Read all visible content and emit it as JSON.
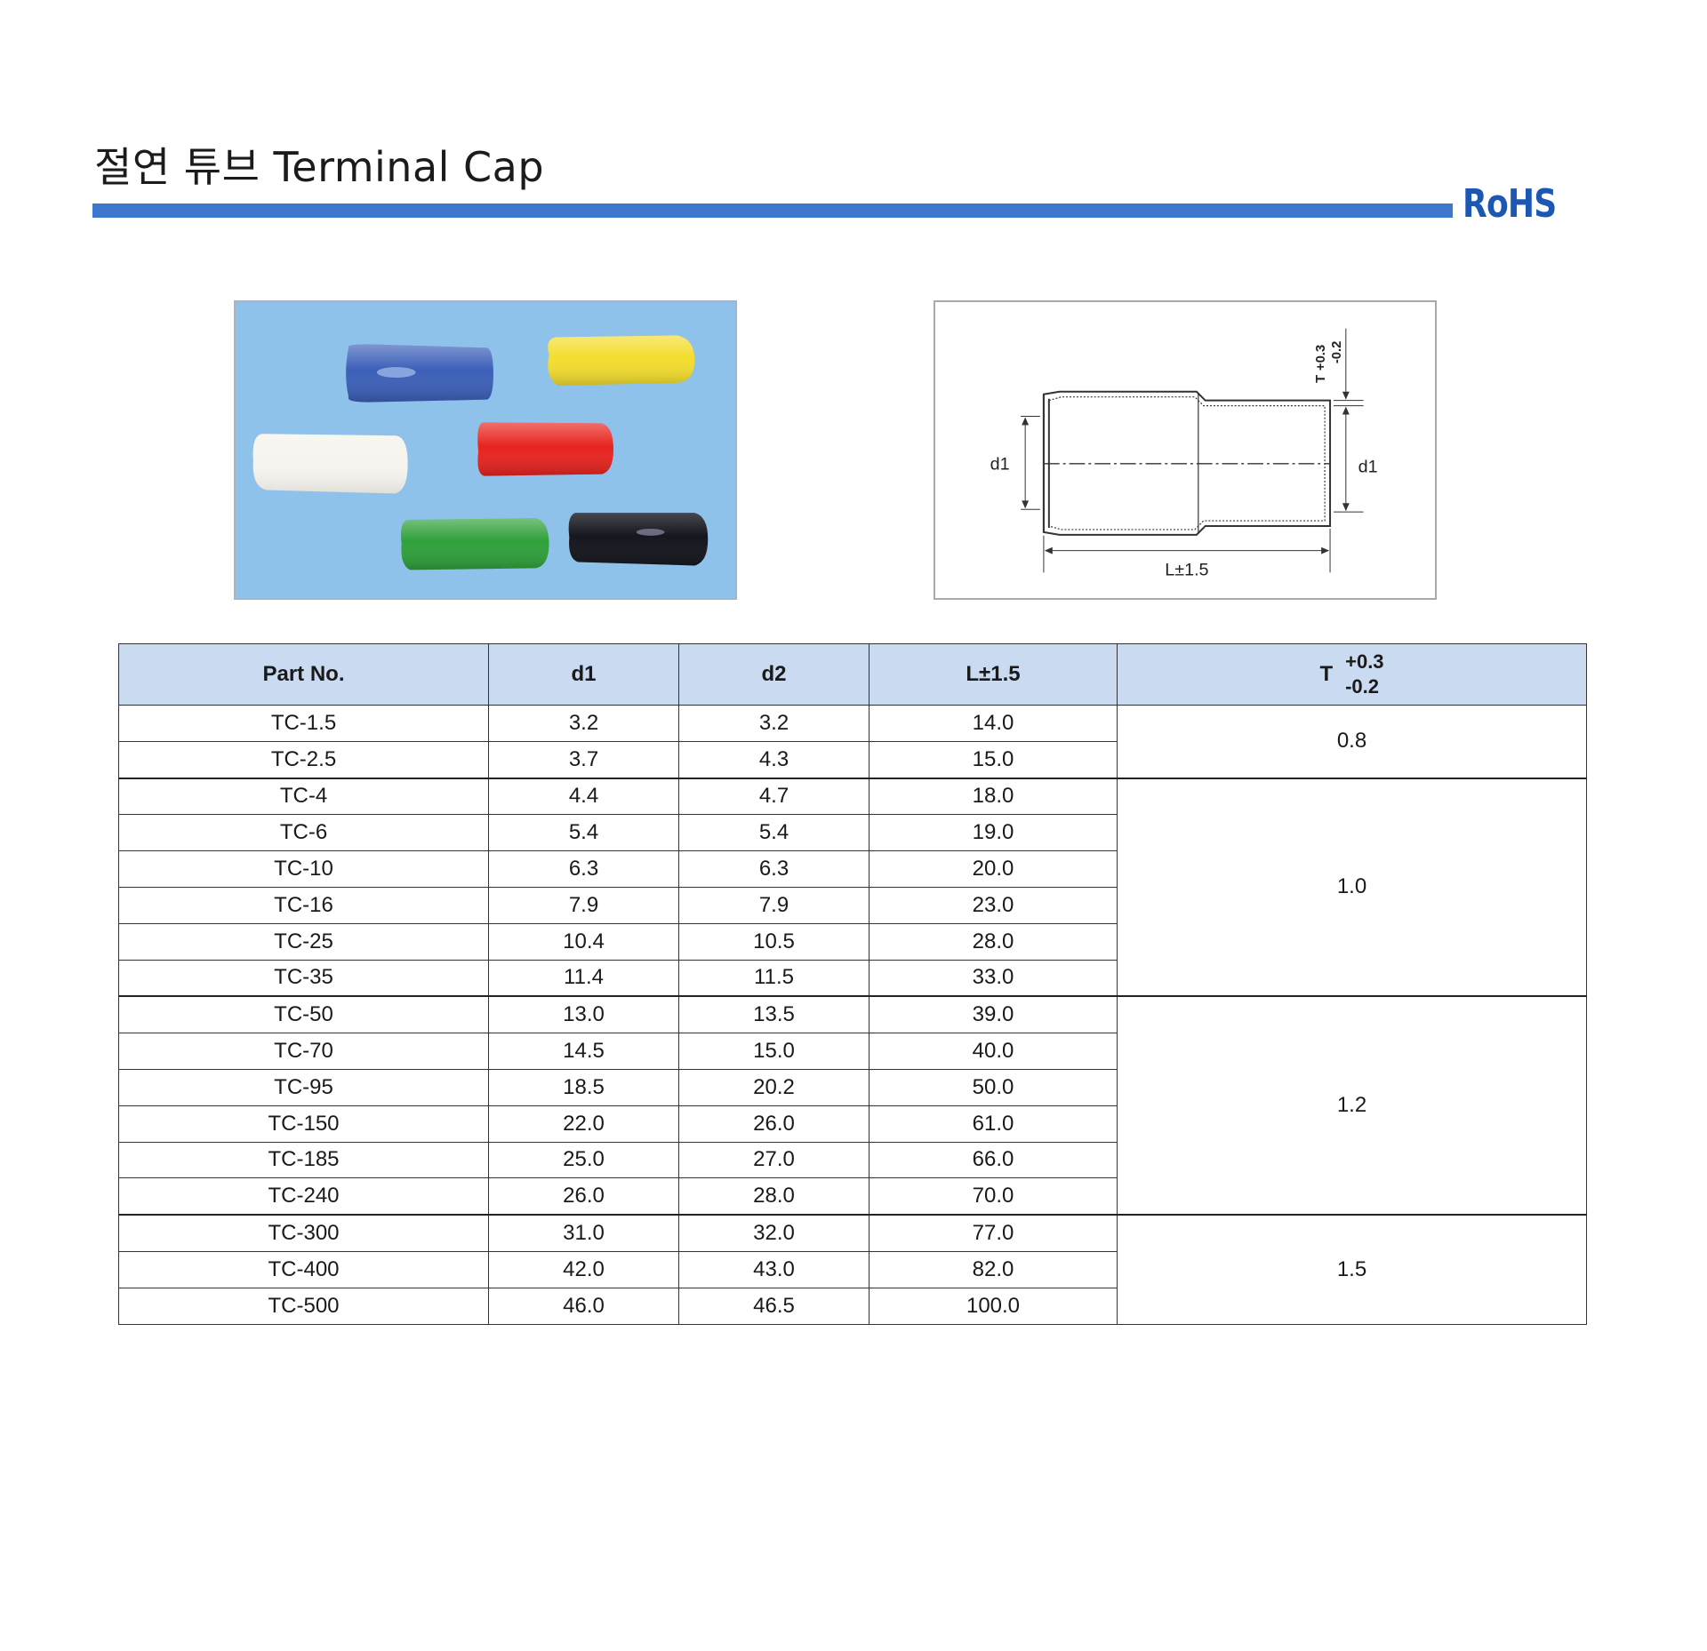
{
  "header": {
    "title": "절연 튜브 Terminal Cap",
    "badge": "RoHS",
    "accent_color": "#3d78cc",
    "badge_color": "#1c57b3"
  },
  "photo": {
    "background_color": "#8fc2ea",
    "cap_colors": [
      "#3b5fb8",
      "#f3dd2e",
      "#f6f4ee",
      "#e8231f",
      "#2fa03a",
      "#16161e"
    ]
  },
  "drawing": {
    "label_d1_left": "d1",
    "label_d1_right": "d1",
    "label_length": "L±1.5",
    "label_t": "T",
    "label_t_plus": "+0.3",
    "label_t_minus": "-0.2"
  },
  "table": {
    "headers": {
      "part_no": "Part No.",
      "d1": "d1",
      "d2": "d2",
      "length": "L±1.5",
      "t": "T",
      "t_plus": "+0.3",
      "t_minus": "-0.2"
    },
    "header_bg": "#c9daf1",
    "rows": [
      {
        "part": "TC-1.5",
        "d1": "3.2",
        "d2": "3.2",
        "l": "14.0"
      },
      {
        "part": "TC-2.5",
        "d1": "3.7",
        "d2": "4.3",
        "l": "15.0"
      },
      {
        "part": "TC-4",
        "d1": "4.4",
        "d2": "4.7",
        "l": "18.0"
      },
      {
        "part": "TC-6",
        "d1": "5.4",
        "d2": "5.4",
        "l": "19.0"
      },
      {
        "part": "TC-10",
        "d1": "6.3",
        "d2": "6.3",
        "l": "20.0"
      },
      {
        "part": "TC-16",
        "d1": "7.9",
        "d2": "7.9",
        "l": "23.0"
      },
      {
        "part": "TC-25",
        "d1": "10.4",
        "d2": "10.5",
        "l": "28.0"
      },
      {
        "part": "TC-35",
        "d1": "11.4",
        "d2": "11.5",
        "l": "33.0"
      },
      {
        "part": "TC-50",
        "d1": "13.0",
        "d2": "13.5",
        "l": "39.0"
      },
      {
        "part": "TC-70",
        "d1": "14.5",
        "d2": "15.0",
        "l": "40.0"
      },
      {
        "part": "TC-95",
        "d1": "18.5",
        "d2": "20.2",
        "l": "50.0"
      },
      {
        "part": "TC-150",
        "d1": "22.0",
        "d2": "26.0",
        "l": "61.0"
      },
      {
        "part": "TC-185",
        "d1": "25.0",
        "d2": "27.0",
        "l": "66.0"
      },
      {
        "part": "TC-240",
        "d1": "26.0",
        "d2": "28.0",
        "l": "70.0"
      },
      {
        "part": "TC-300",
        "d1": "31.0",
        "d2": "32.0",
        "l": "77.0"
      },
      {
        "part": "TC-400",
        "d1": "42.0",
        "d2": "43.0",
        "l": "82.0"
      },
      {
        "part": "TC-500",
        "d1": "46.0",
        "d2": "46.5",
        "l": "100.0"
      }
    ],
    "t_groups": [
      {
        "value": "0.8",
        "rows": 2
      },
      {
        "value": "1.0",
        "rows": 6
      },
      {
        "value": "1.2",
        "rows": 6
      },
      {
        "value": "1.5",
        "rows": 3
      }
    ]
  }
}
